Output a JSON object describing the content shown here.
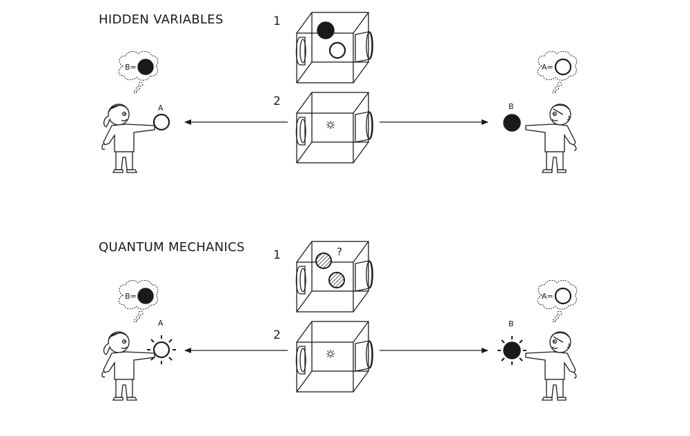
{
  "sections": [
    {
      "id": "hidden-variables",
      "title": "HIDDEN VARIABLES",
      "steps": [
        {
          "label": "1",
          "box_contents": "one black ball and one white ball visible inside box"
        },
        {
          "label": "2",
          "box_contents": "emission flash inside box"
        }
      ],
      "left_person": {
        "role": "girl",
        "holding_label": "A",
        "holding_ball": "white",
        "glowing": false,
        "thought_prefix": "B=",
        "thought_ball": "black"
      },
      "right_person": {
        "role": "boy",
        "holding_label": "B",
        "holding_ball": "black",
        "glowing": false,
        "thought_prefix": "A=",
        "thought_ball": "white"
      }
    },
    {
      "id": "quantum-mechanics",
      "title": "QUANTUM MECHANICS",
      "steps": [
        {
          "label": "1",
          "box_contents": "two hatched (undetermined) balls",
          "question_mark": "?"
        },
        {
          "label": "2",
          "box_contents": "emission flash inside box"
        }
      ],
      "left_person": {
        "role": "girl",
        "holding_label": "A",
        "holding_ball": "white",
        "glowing": true,
        "thought_prefix": "B=",
        "thought_ball": "black"
      },
      "right_person": {
        "role": "boy",
        "holding_label": "B",
        "holding_ball": "black",
        "glowing": true,
        "thought_prefix": "A=",
        "thought_ball": "white"
      }
    }
  ],
  "colors": {
    "ink": "#1a1a1a",
    "background": "#ffffff"
  }
}
